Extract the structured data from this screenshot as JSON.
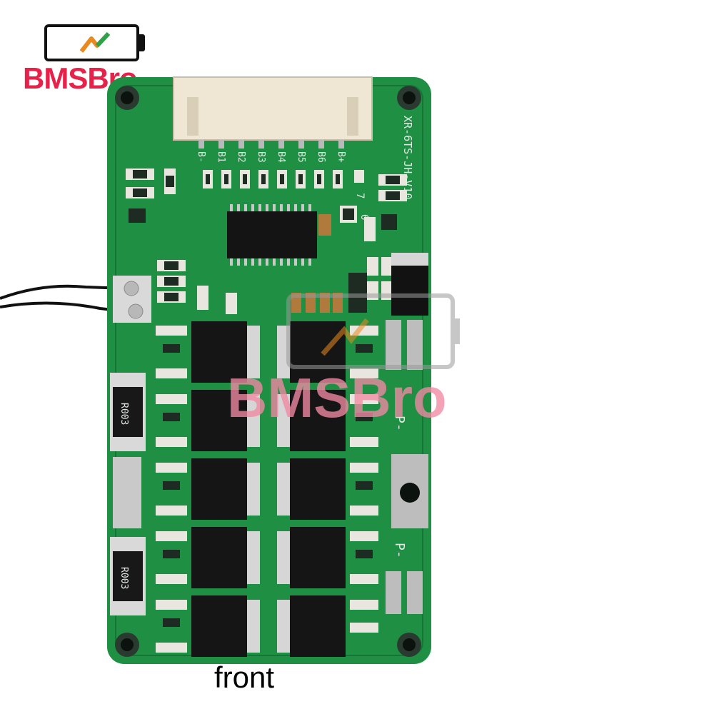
{
  "logo": {
    "text": "BMSBro",
    "battery_icon": "battery-bolt-icon"
  },
  "board": {
    "model": "XR-6TS-JH-V10",
    "tab_labels": [
      "B-",
      "B1",
      "B2",
      "B3",
      "B4",
      "B5",
      "B6",
      "B+"
    ],
    "resistor_label": "R003",
    "pad_labels": [
      "P-",
      "P-"
    ],
    "side_numbers": [
      "7",
      "6"
    ],
    "colors": {
      "pcb": "#1f8f44",
      "pcb_dark": "#167536",
      "connector": "#efe6d3"
    }
  },
  "watermark": {
    "text": "BMSBro"
  },
  "caption": "front"
}
